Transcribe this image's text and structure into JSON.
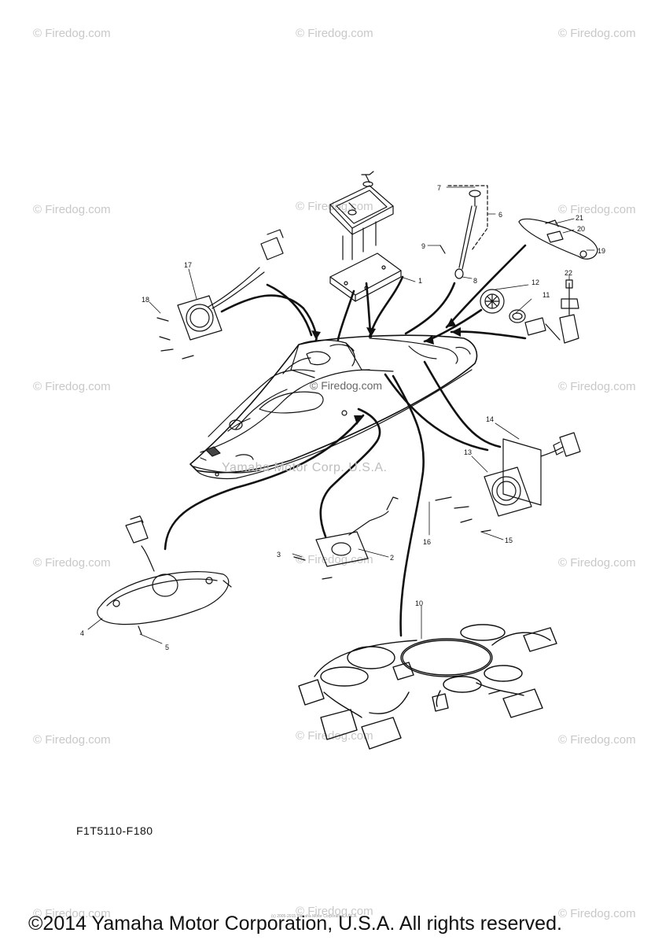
{
  "diagram": {
    "part_code": "F1T5110-F180",
    "copyright": "©2014 Yamaha Motor Corporation, U.S.A. All rights reserved.",
    "watermark_text": "© Firedog.com",
    "center_watermark": "© Firedog.com",
    "ymc_watermark": "Yamaha Motor Corp. U.S.A.",
    "tiny_note": "(c) 2005-2015 Yamaha Motor Corporation, U.S.A.",
    "callouts": [
      "1",
      "2",
      "3",
      "4",
      "5",
      "6",
      "7",
      "8",
      "9",
      "10",
      "11",
      "12",
      "13",
      "14",
      "15",
      "16",
      "17",
      "18",
      "19",
      "20",
      "21",
      "22"
    ]
  }
}
